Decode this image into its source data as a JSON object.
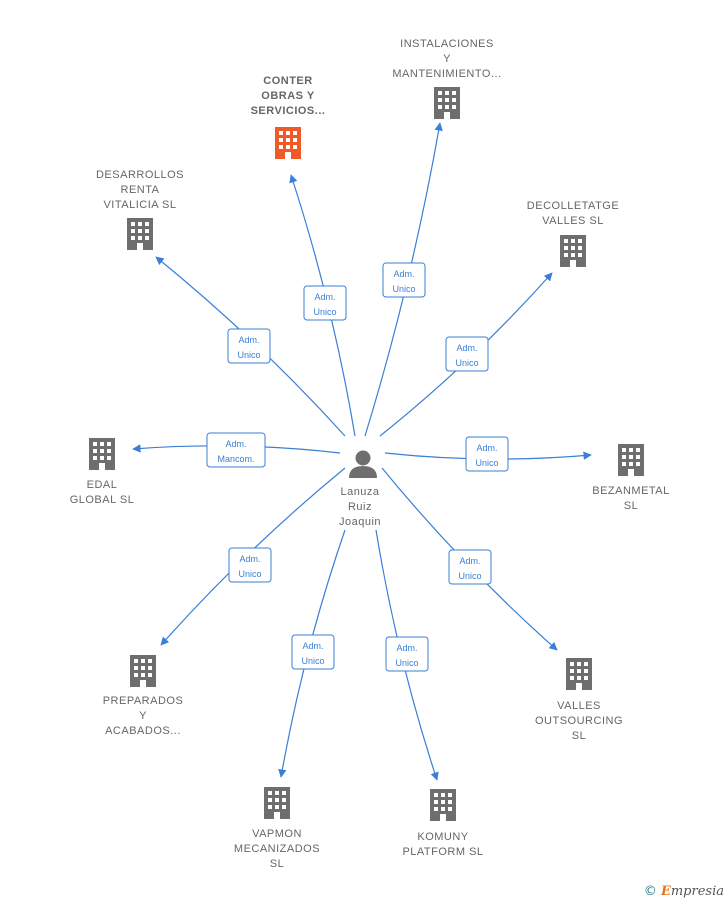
{
  "person": {
    "name_lines": [
      "Lanuza",
      "Ruiz",
      "Joaquin"
    ]
  },
  "companies": [
    {
      "id": "conter",
      "lines": [
        "CONTER",
        "OBRAS Y",
        "SERVICIOS..."
      ],
      "highlight": true
    },
    {
      "id": "instalaciones",
      "lines": [
        "INSTALACIONES",
        "Y",
        "MANTENIMIENTO..."
      ],
      "highlight": false
    },
    {
      "id": "desarrollos",
      "lines": [
        "DESARROLLOS",
        "RENTA",
        "VITALICIA  SL"
      ],
      "highlight": false
    },
    {
      "id": "decolletatge",
      "lines": [
        "DECOLLETATGE",
        "VALLES  SL"
      ],
      "highlight": false
    },
    {
      "id": "edal",
      "lines": [
        "EDAL",
        "GLOBAL  SL"
      ],
      "highlight": false
    },
    {
      "id": "bezanmetal",
      "lines": [
        "BEZANMETAL",
        "SL"
      ],
      "highlight": false
    },
    {
      "id": "preparados",
      "lines": [
        "PREPARADOS",
        "Y",
        "ACABADOS..."
      ],
      "highlight": false
    },
    {
      "id": "valles",
      "lines": [
        "VALLES",
        "OUTSOURCING",
        "SL"
      ],
      "highlight": false
    },
    {
      "id": "vapmon",
      "lines": [
        "VAPMON",
        "MECANIZADOS",
        "SL"
      ],
      "highlight": false
    },
    {
      "id": "komuny",
      "lines": [
        "KOMUNY",
        "PLATFORM  SL"
      ],
      "highlight": false
    }
  ],
  "edges": [
    {
      "target": "conter",
      "lines": [
        "Adm.",
        "Unico"
      ]
    },
    {
      "target": "instalaciones",
      "lines": [
        "Adm.",
        "Unico"
      ]
    },
    {
      "target": "desarrollos",
      "lines": [
        "Adm.",
        "Unico"
      ]
    },
    {
      "target": "decolletatge",
      "lines": [
        "Adm.",
        "Unico"
      ]
    },
    {
      "target": "edal",
      "lines": [
        "Adm.",
        "Mancom."
      ]
    },
    {
      "target": "bezanmetal",
      "lines": [
        "Adm.",
        "Unico"
      ]
    },
    {
      "target": "preparados",
      "lines": [
        "Adm.",
        "Unico"
      ]
    },
    {
      "target": "valles",
      "lines": [
        "Adm.",
        "Unico"
      ]
    },
    {
      "target": "vapmon",
      "lines": [
        "Adm.",
        "Unico"
      ]
    },
    {
      "target": "komuny",
      "lines": [
        "Adm.",
        "Unico"
      ]
    }
  ],
  "colors": {
    "edge": "#3a7fd5",
    "building": "#6e6e6e",
    "building_highlight": "#f05a28",
    "label": "#666666"
  },
  "footer": {
    "copyright": "©",
    "brand_initial": "E",
    "brand_rest": "mpresia"
  }
}
